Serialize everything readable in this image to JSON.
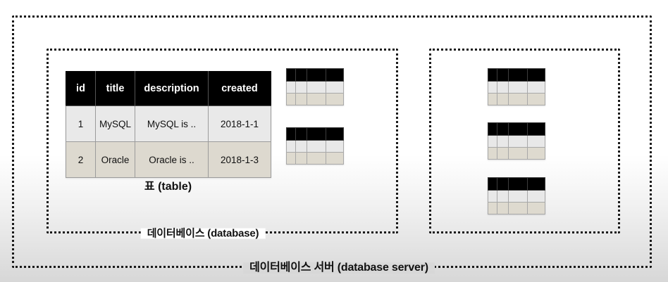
{
  "diagram": {
    "server_box": {
      "label": "데이터베이스 서버 (database server)"
    },
    "database_box_left": {
      "label": "데이터베이스 (database)"
    },
    "database_box_right": {
      "label": ""
    },
    "table_caption": "표 (table)",
    "colors": {
      "header_bg": "#000000",
      "header_text": "#ffffff",
      "row_odd_bg": "#e9e9e9",
      "row_even_bg": "#ddd9cf",
      "grid_line": "#9b9b9b",
      "dotted_border": "#1a1a1a",
      "page_bg_top": "#ffffff",
      "page_bg_bottom": "#d7d7d7"
    }
  },
  "main_table": {
    "columns": [
      "id",
      "title",
      "description",
      "created"
    ],
    "rows": [
      {
        "id": "1",
        "title": "MySQL",
        "description": "MySQL is ..",
        "created": "2018-1-1"
      },
      {
        "id": "2",
        "title": "Oracle",
        "description": "Oracle is ..",
        "created": "2018-1-3"
      }
    ]
  },
  "mini_tables": {
    "columns": 4,
    "rows": 3,
    "left_box_count": 2,
    "right_box_count": 3
  }
}
